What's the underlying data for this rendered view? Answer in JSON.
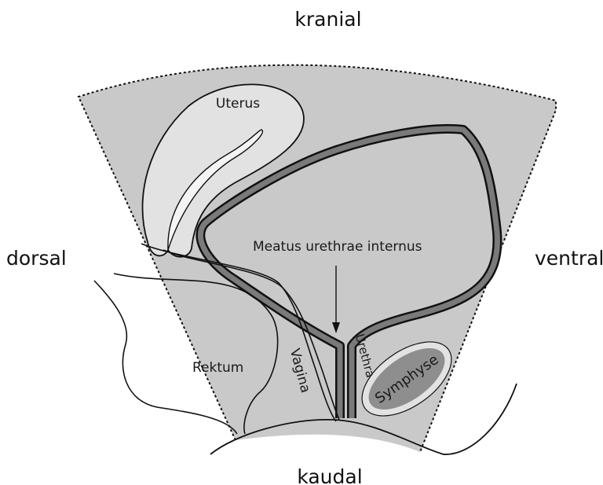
{
  "orientation": {
    "top": "kranial",
    "bottom": "kaudal",
    "left": "dorsal",
    "right": "ventral"
  },
  "structures": {
    "uterus": "Uterus",
    "meatus": "Meatus urethrae internus",
    "rektum": "Rektum",
    "vagina": "Vagina",
    "urethra": "Urethra",
    "symphyse": "Symphyse"
  },
  "colors": {
    "field": "#c9c9c9",
    "uterus_fill": "#e2e2e2",
    "bladder_wall": "#7a7a7a",
    "symphyse_fill": "#8e8e8e",
    "outline": "#111111"
  }
}
